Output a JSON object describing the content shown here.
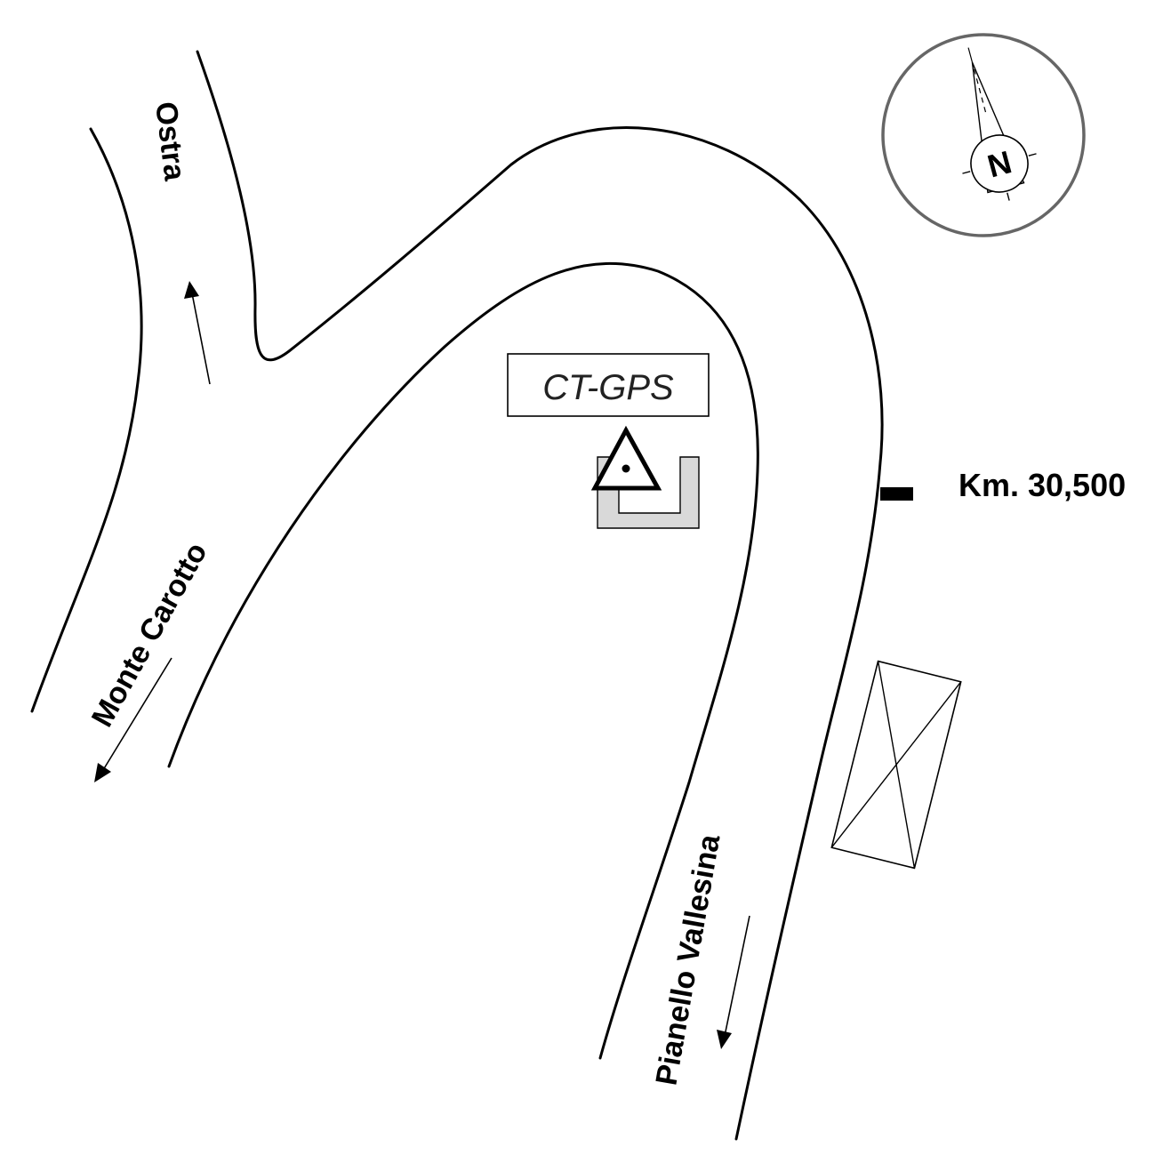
{
  "roads": {
    "ostra": {
      "label": "Ostra"
    },
    "monte_carotto": {
      "label": "Monte Carotto"
    },
    "pianello_vallesina": {
      "label": "Pianello Vallesina"
    }
  },
  "station": {
    "label": "CT-GPS",
    "icon": "triangle-benchmark-icon"
  },
  "kilometer_marker": {
    "label": "Km. 30,500"
  },
  "compass": {
    "north_label": "N",
    "icon": "north-arrow-icon"
  },
  "building": {
    "icon": "building-crossed-box-icon"
  },
  "colors": {
    "ink": "#000000",
    "station_pad": "#d9d9d9",
    "compass_ring": "#666666"
  }
}
